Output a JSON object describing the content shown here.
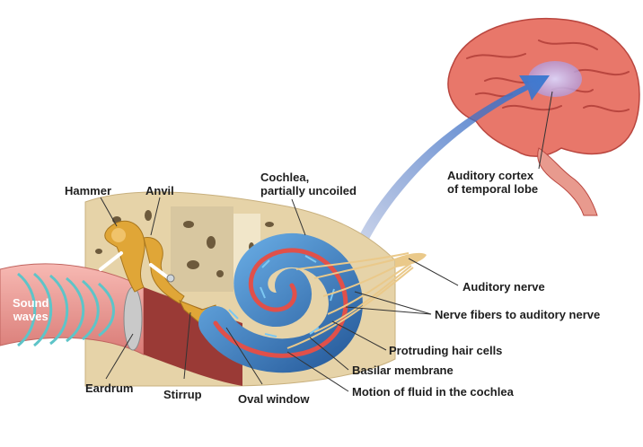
{
  "labels": {
    "hammer": "Hammer",
    "anvil": "Anvil",
    "cochlea_line1": "Cochlea,",
    "cochlea_line2": "partially uncoiled",
    "cortex_line1": "Auditory cortex",
    "cortex_line2": "of temporal lobe",
    "auditory_nerve": "Auditory nerve",
    "nerve_fibers": "Nerve fibers to auditory nerve",
    "hair_cells": "Protruding hair cells",
    "basilar": "Basilar membrane",
    "fluid": "Motion of fluid in the cochlea",
    "sound_line1": "Sound",
    "sound_line2": "waves",
    "eardrum": "Eardrum",
    "stirrup": "Stirrup",
    "oval_window": "Oval window"
  },
  "colors": {
    "brain": "#e8776a",
    "brain_dark": "#c9524a",
    "cortex": "#c9b6e8",
    "bone": "#e6d3a8",
    "canal": "#f2a5a0",
    "cochlea": "#3a7fc4",
    "cochlea_stripe": "#e0504a",
    "ossicles": "#e0a637",
    "arrow": "#3d6fc2",
    "nerve": "#eac98a",
    "waves": "#5ec4c8"
  }
}
